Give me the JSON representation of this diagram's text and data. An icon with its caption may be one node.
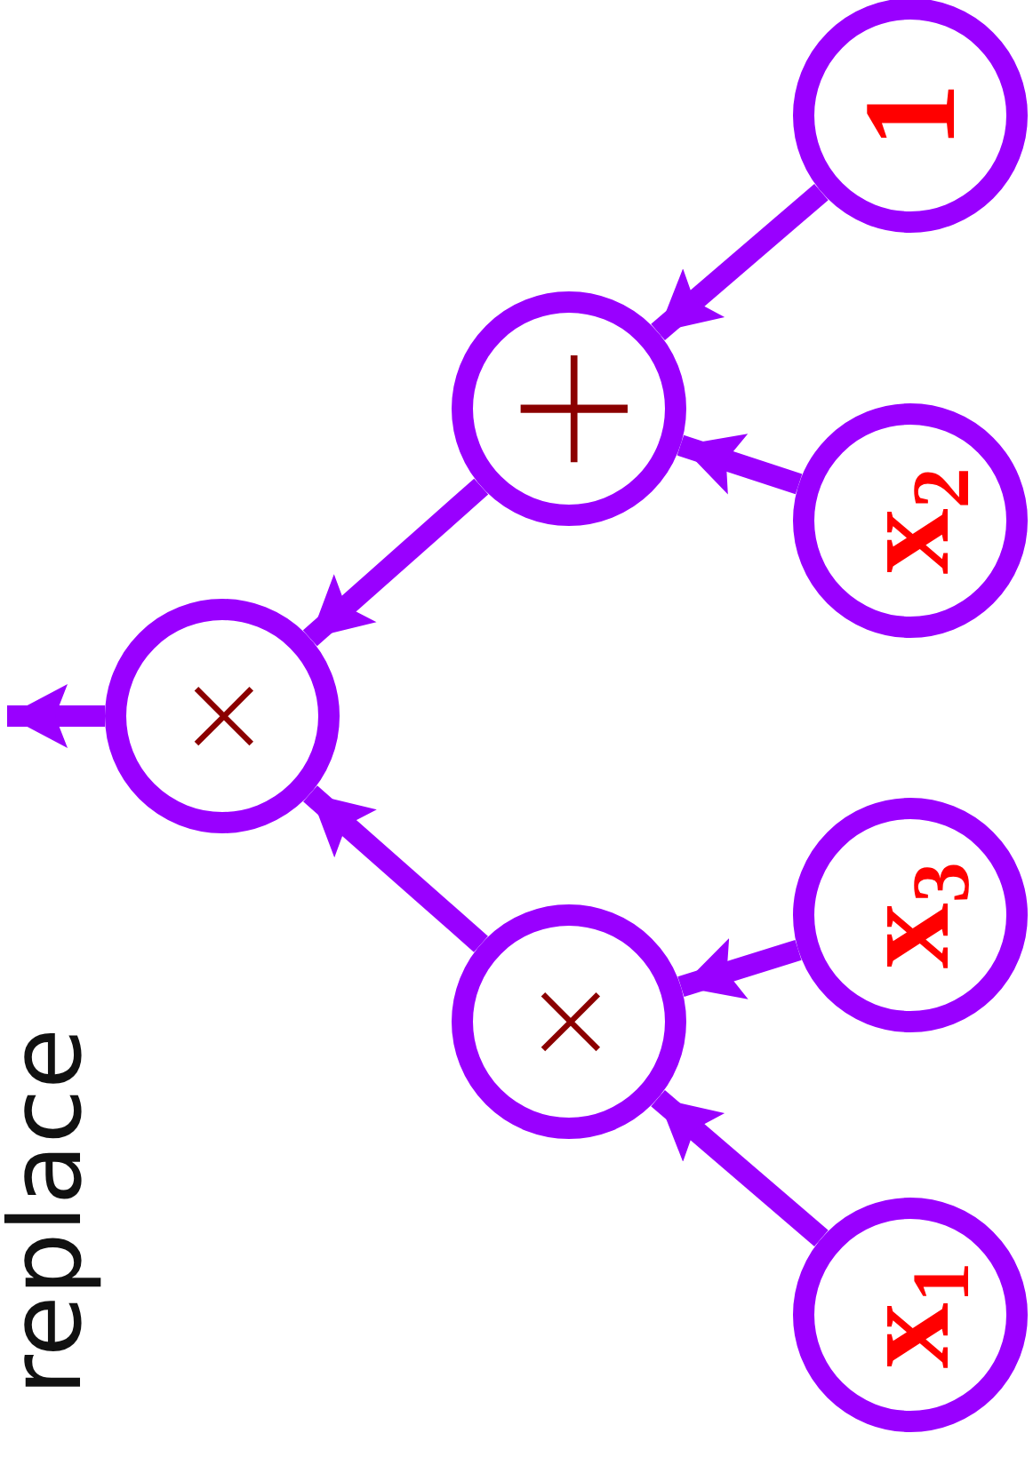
{
  "diagram": {
    "nodes": [
      {
        "text": [
          "1"
        ]
      },
      {
        "text": [
          "+"
        ]
      },
      {
        "text": [
          "x$_{2}$"
        ]
      },
      {
        "text": [
          "×"
        ]
      },
      {
        "text": [
          "x$_{3}$"
        ]
      },
      {
        "text": [
          "×"
        ]
      },
      {
        "text": [
          "x$_{1}$"
        ]
      }
    ],
    "edges": [
      {
        "from": 0,
        "to": 1,
        "arrow": "to"
      },
      {
        "from": 2,
        "to": 1,
        "arrow": "to"
      },
      {
        "from": 1,
        "to": 3,
        "arrow": "to"
      },
      {
        "from": 4,
        "to": 5,
        "arrow": "to"
      },
      {
        "from": 6,
        "to": 5,
        "arrow": "to"
      },
      {
        "from": 5,
        "to": 3,
        "arrow": "to"
      },
      {
        "from": 3,
        "to": null,
        "arrow": "to"
      }
    ],
    "labels": [
      "replace"
    ]
  }
}
